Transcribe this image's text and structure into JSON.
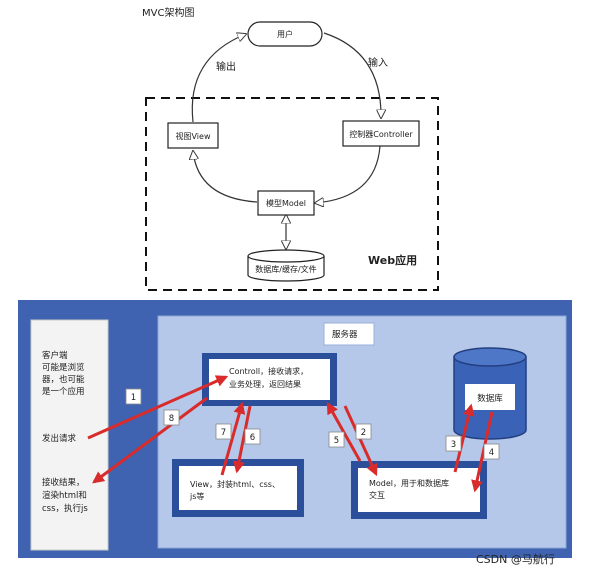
{
  "top_diagram": {
    "title": "MVC架构图",
    "nodes": {
      "user": "用户",
      "view": "视图View",
      "controller": "控制器Controller",
      "model": "模型Model",
      "storage": "数据库/缓存/文件"
    },
    "edge_labels": {
      "output": "输出",
      "input": "输入"
    },
    "container_label": "Web应用"
  },
  "bottom_diagram": {
    "client": {
      "description_lines": [
        "客户端",
        "可能是浏览",
        "器，也可能",
        "是一个应用"
      ],
      "send_request": "发出请求",
      "receive_lines": [
        "接收结果，",
        "渲染html和",
        "css，执行js"
      ]
    },
    "server": {
      "label": "服务器",
      "controller_lines": [
        "Controll，接收请求，",
        "业务处理，返回结果"
      ],
      "view_lines": [
        "View，封装html、css、",
        "js等"
      ],
      "model_lines": [
        "Model，用于和数据库",
        "交互"
      ],
      "database": "数据库"
    },
    "steps": [
      "1",
      "2",
      "3",
      "4",
      "5",
      "6",
      "7",
      "8"
    ],
    "colors": {
      "outer_frame": "#3f63b0",
      "server_area": "#b5c8ea",
      "component_fill": "#2c4f9c",
      "database_fill": "#3a63b8",
      "arrow": "#d92b2b"
    }
  },
  "watermark": "CSDN @马航行"
}
